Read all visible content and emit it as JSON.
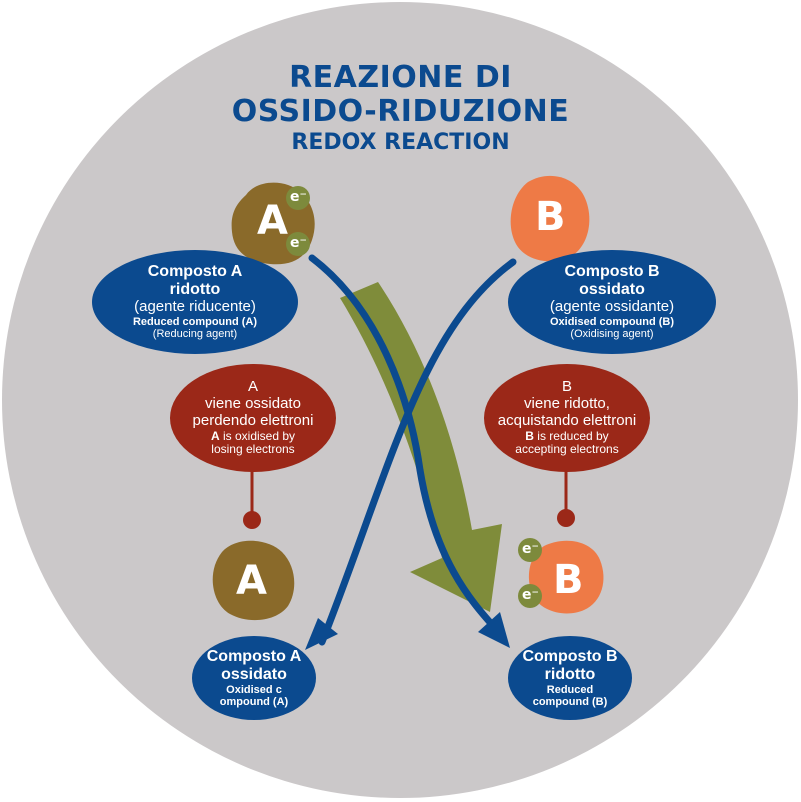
{
  "title": {
    "line1": "REAZIONE DI",
    "line2": "OSSIDO-RIDUZIONE",
    "line3": "REDOX REACTION"
  },
  "molecule_a_top": {
    "label": "A",
    "electrons": [
      "e⁻",
      "e⁻"
    ]
  },
  "molecule_b_top": {
    "label": "B"
  },
  "molecule_a_bottom": {
    "label": "A"
  },
  "molecule_b_bottom": {
    "label": "B",
    "electrons": [
      "e⁻",
      "e⁻"
    ]
  },
  "reduced_a": {
    "name_it": "Composto A",
    "state_it": "ridotto",
    "role_it": "(agente riducente)",
    "name_en": "Reduced compound (A)",
    "role_en": "(Reducing agent)"
  },
  "oxidised_b": {
    "name_it": "Composto B",
    "state_it": "ossidato",
    "role_it": "(agente ossidante)",
    "name_en": "Oxidised compound (B)",
    "role_en": "(Oxidising agent)"
  },
  "process_a": {
    "letter": "A",
    "line1_it": "viene ossidato",
    "line2_it": "perdendo elettroni",
    "line1_en_bold": "A",
    "line1_en": " is oxidised by",
    "line2_en": "losing electrons"
  },
  "process_b": {
    "letter": "B",
    "line1_it": "viene ridotto,",
    "line2_it": "acquistando elettroni",
    "line1_en_bold": "B",
    "line1_en": " is reduced by",
    "line2_en": "accepting electrons"
  },
  "oxidised_a": {
    "name_it": "Composto A",
    "state_it": "ossidato",
    "name_en_1": "Oxidised c",
    "name_en_2": "ompound (A)"
  },
  "reduced_b": {
    "name_it": "Composto B",
    "state_it": "ridotto",
    "name_en_1": "Reduced",
    "name_en_2": "compound (B)"
  },
  "colors": {
    "background_circle": "#cbc8c9",
    "title": "#0b4a8f",
    "blue_oval": "#0b4a8f",
    "red_oval": "#9b2818",
    "compound_a": "#8a6a2a",
    "compound_b": "#ee7a46",
    "electron": "#7d8a3c",
    "electron_flow": "#7f8c3a",
    "blue_arrow": "#0b4a8f"
  }
}
